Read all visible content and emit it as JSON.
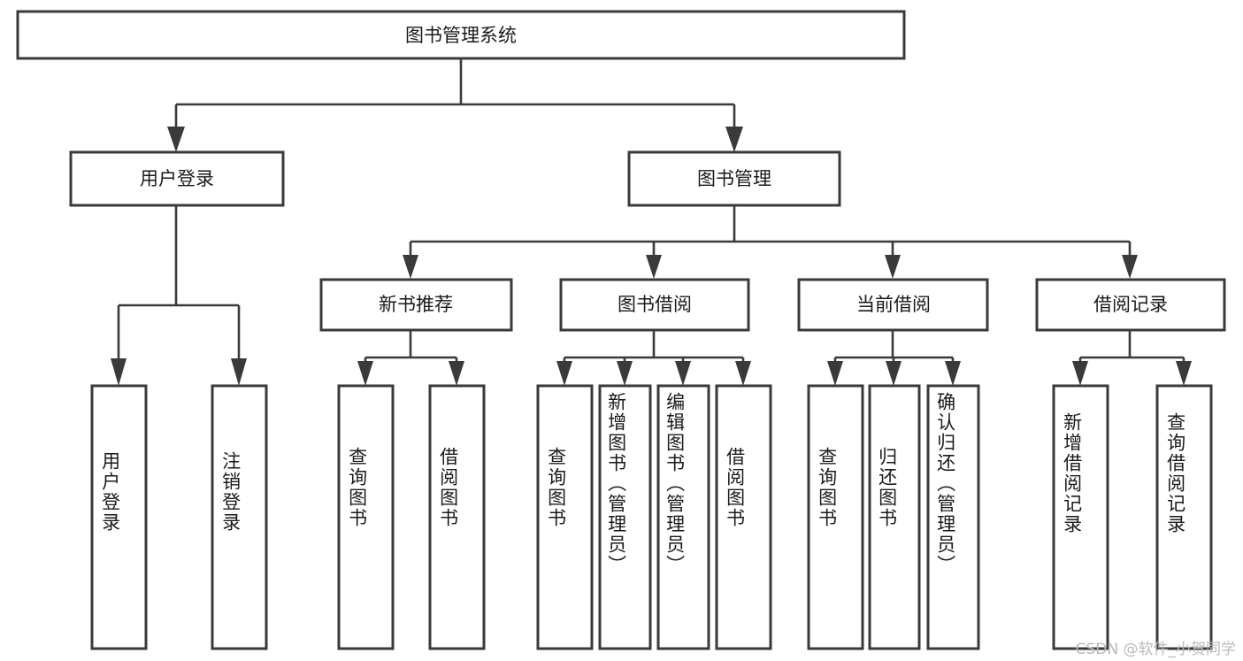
{
  "diagram": {
    "title_text": "图书管理系统",
    "type": "tree-hierarchy-diagram",
    "theme": {
      "background": "#ffffff",
      "box_fill": "#ffffff",
      "box_stroke": "#3a3a3a",
      "text_color": "#1a1a1a",
      "watermark_color": "#b9b9b9"
    },
    "root": {
      "label": "图书管理系统"
    },
    "level2": [
      {
        "label": "用户登录"
      },
      {
        "label": "图书管理"
      }
    ],
    "level3": [
      {
        "label": "新书推荐"
      },
      {
        "label": "图书借阅"
      },
      {
        "label": "当前借阅"
      },
      {
        "label": "借阅记录"
      }
    ],
    "leaves": {
      "user_login": [
        {
          "label": "用户登录"
        },
        {
          "label": "注销登录"
        }
      ],
      "new_book_recommend": [
        {
          "label": "查询图书"
        },
        {
          "label": "借阅图书"
        }
      ],
      "book_borrow": [
        {
          "label": "查询图书"
        },
        {
          "label": "新增图书（管理员）"
        },
        {
          "label": "编辑图书（管理员）"
        },
        {
          "label": "借阅图书"
        }
      ],
      "current_borrow": [
        {
          "label": "查询图书"
        },
        {
          "label": "归还图书"
        },
        {
          "label": "确认归还（管理员）"
        }
      ],
      "borrow_record": [
        {
          "label": "新增借阅记录"
        },
        {
          "label": "查询借阅记录"
        }
      ]
    }
  },
  "watermark": {
    "text": "CSDN @软件_小贺同学"
  }
}
